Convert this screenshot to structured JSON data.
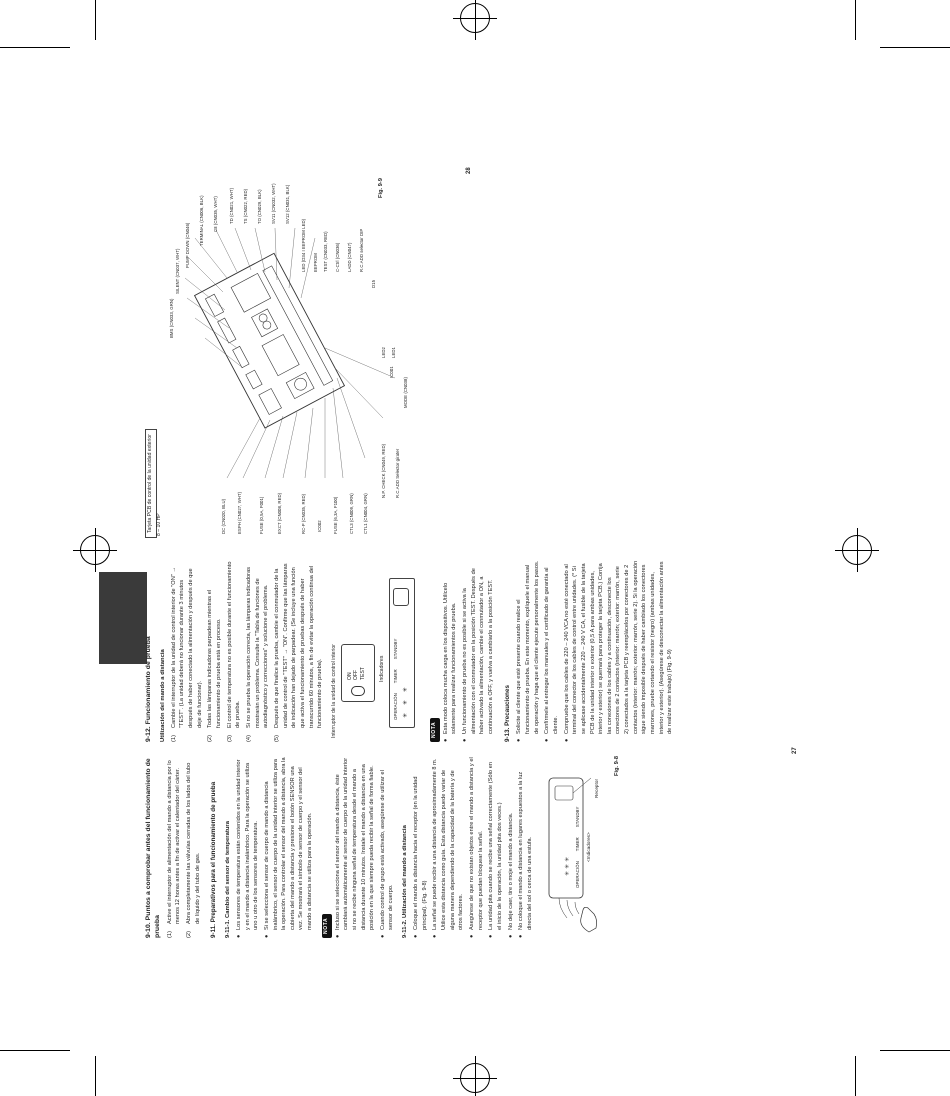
{
  "page_numbers": {
    "left": "27",
    "right": "28"
  },
  "left_col1": {
    "h_9_10": "9-10. Puntos a comprobar antes del funcionamiento de prueba",
    "items_9_10": [
      {
        "num": "(1)",
        "text": "Active el interruptor de alimentación del mando a distancia por lo menos 12 horas antes a fin de activar el calentador del cárter."
      },
      {
        "num": "(2)",
        "text": "Abra completamente las válvulas cerradas de los lados del tubo de líquido y del tubo de gas."
      }
    ],
    "h_9_11": "9-11. Preparativos para el funcionamiento de prueba",
    "h_9_11_1": "9-11-1. Cambio del sensor de temperatura",
    "b_9_11_1": [
      "Los sensores de temperatura están contenidos en la unidad interior y en el mando a distancia inalámbrico. Para la operación se utiliza uno u otro de los sensores de temperatura.",
      "Si se selecciona el sensor de cuerpo de mando a distancia inalámbrico, el sensor de cuerpo de la unidad interior se utiliza para la operación. Para controlar el sensor del mando a distancia, abra la cubierta del mando a distancia y presione el botón SENSOR una vez. Se mostrará el símbolo de sensor de cuerpo y el sensor del mando a distancia se utiliza para la operación."
    ],
    "nota_label": "NOTA",
    "nota_9_11": [
      "Incluso si se selecciona el sensor del mando a distancia, éste cambiará automáticamente al sensor de cuerpo de la unidad interior si no se recibe ninguna señal de temperatura desde el mando a distancia durante 10 minutos. Instale el mando a distancia en una posición en la que siempre pueda recibir la señal de forma fiable.",
      "Cuando control de grupo está activado, asegúrese de utilizar el sensor de cuerpo."
    ],
    "h_9_11_2": "9-11-2. Utilización del mando a distancia",
    "b_9_11_2": [
      "Coloque el mando a distancia hacia el receptor (en la unidad principal). (Fig. 9-8)",
      "La señal se puede recibir a una distancia de aproximadamente 8 m. Utilice esta distancia como guía. Esta distancia puede variar de alguna manera dependiendo de la capacidad de la batería y de otros factores.",
      "Asegúrese de que no existan objetos entre el mando a distancia y el receptor que puedan bloquear la señal.",
      "La unidad pita cuando se recibe una señal correctamente (Sólo en el inicio de la operación, la unidad pita dos veces.)",
      "No deje caer, tire o moje el mando a distancia.",
      "No coloque el mando a distancia en lugares expuestos a la luz directa del sol o cerca de una estufa."
    ],
    "fig_9_8_label": "Fig. 9-8",
    "fig_9_8_receiver": "Receptor",
    "fig_9_8_indicators": "<Indicadores>",
    "fig_9_8_ind_labels": [
      "OPERACIÓN",
      "TIMER",
      "STANDBY"
    ]
  },
  "left_col2": {
    "h_9_12": "9-12. Funcionamiento de prueba",
    "h_9_12_sub": "Utilización del mando a distancia",
    "items_9_12": [
      {
        "num": "(1)",
        "text": "Cambie el interruptor de la unidad de control interior de \"ON\" → \"TEST\". (La unidad deberá no funcionar durante 3 minutos después de haber conectado la alimentación y después de que deje de funcionar)."
      },
      {
        "num": "(2)",
        "text": "Todas las lámparas indicadoras parpadean mientras el funcionamiento de prueba está en proceso."
      },
      {
        "num": "(3)",
        "text": "El control de temperatura no es posible durante el funcionamiento de prueba."
      },
      {
        "num": "(4)",
        "text": "Si no se prueba la operación correcta, las lámparas indicadoras mostrarán un problema. Consulte la \"Tabla de funciones de autodiagnóstico y correcciones\" y solucione el problema."
      },
      {
        "num": "(5)",
        "text": "Después de que finalice la prueba, cambie el conmutador de la unidad de control de \"TEST\" → \"ON\". Confirme que las lámparas de indicación han dejado de parpadear. (Se incluye una función que activa el funcionamiento de pruebas después de haber transcurrido 60 minutos, a fin de evitar la operación continua del funcionamiento de prueba)."
      }
    ],
    "switch_caption": "Interruptor de la unidad de control interior",
    "switch_positions": [
      "ON",
      "OFF",
      "TEST"
    ],
    "indicators_caption": "Indicadores",
    "ind_labels": [
      "OPERACIÓN",
      "TIMER",
      "STANDBY"
    ],
    "nota_label": "NOTA",
    "nota_9_12": [
      "Esta modo coloca mucha carga en los dispositivos. Utilícelo solamente para realizar funcionamientos de prueba.",
      "Un funcionamiento de prueba no es posible si se activa la alimentación con el conmutador en la posición TEST. Después de haber activado la alimentación, cambie el conmutador a ON, a continuación a OFF, y vuelva a cambiarlo a la posición TEST."
    ],
    "h_9_13": "9-13. Precauciones",
    "b_9_13": [
      "Solicite al cliente que esté presente cuando realice el funcionamiento de prueba. En este momento, explíquele el manual de operación y haga que el cliente ejecute personalmente los pasos.",
      "Confírmele al entregar los manuales y el certificado de garantía al cliente.",
      "Compruebe que los cables de 220 – 240 VCA no esté conectado al terminal del conector de los cables de control entre unidades. (* Si se aplicase accidentalmente 220 – 240 V CA, el fusible de la tarjeta PCB de la unidad interior o exterior (0,5 A para ambas unidades, interior y exterior) se quemará para proteger la tarjeta PCB.) Corrija las conexiones de los cables y a continuación, desconecte los conectores de 2 contactos (interior: marrón; exterior: marrón, serie 2) conectados a la tarjeta PCB y reemplácelos por conectores de 2 contactos (interior: marrón; exterior: marrón, serie 2). Si la operación sigue siendo imposible después de haber cambiado los conectores marrones, pruebe cortando el resistor (negro) (ambas unidades, interior y exterior). (Asegúrese de desconectar la alimentación antes de realizar este trabajo) (Fig. 9-9)"
    ]
  },
  "right": {
    "pcb_title": "Tarjeta PCB de control de la unidad exterior",
    "pcb_subtitle": "8 – 10 HP",
    "fig_label": "Fig. 9-9",
    "labels": [
      "DC (CN020, BLU)",
      "ESPH (CN027, WHT)",
      "FUSE (0,5A, F001)",
      "EXCT (CN008, RED)",
      "RC-P (CN035, RED)",
      "IC002",
      "FUSE (6,3A, F100)",
      "CTL3 (CN009, GRN)",
      "CTL1 (CN004, GRN)",
      "N.P. CHECK (CN049, RED)",
      "R.C.ADD Selector girater",
      "MODE (CN038)",
      "IC001",
      "LED2",
      "LED1",
      "D15",
      "R.C.ADD selector DIP",
      "LADD (CN047)",
      "C-Ctrl (CN036)",
      "TEST (CN033, RED)",
      "EEPROM",
      "LED (D34 I EEPROM LED)",
      "SV12 (CN031, BLK)",
      "SV11 (CN032, WHT)",
      "TO (CN029, BLK)",
      "TS (CN022, RED)",
      "TD (CN021, WHT)",
      "C3 (CN035, WHT)",
      "TERMINAL (CN006, BLK)",
      "PUMP DOWN (CN046)",
      "SILENT (CN037, WHT)",
      "BMS (CN033, GRN)"
    ]
  }
}
